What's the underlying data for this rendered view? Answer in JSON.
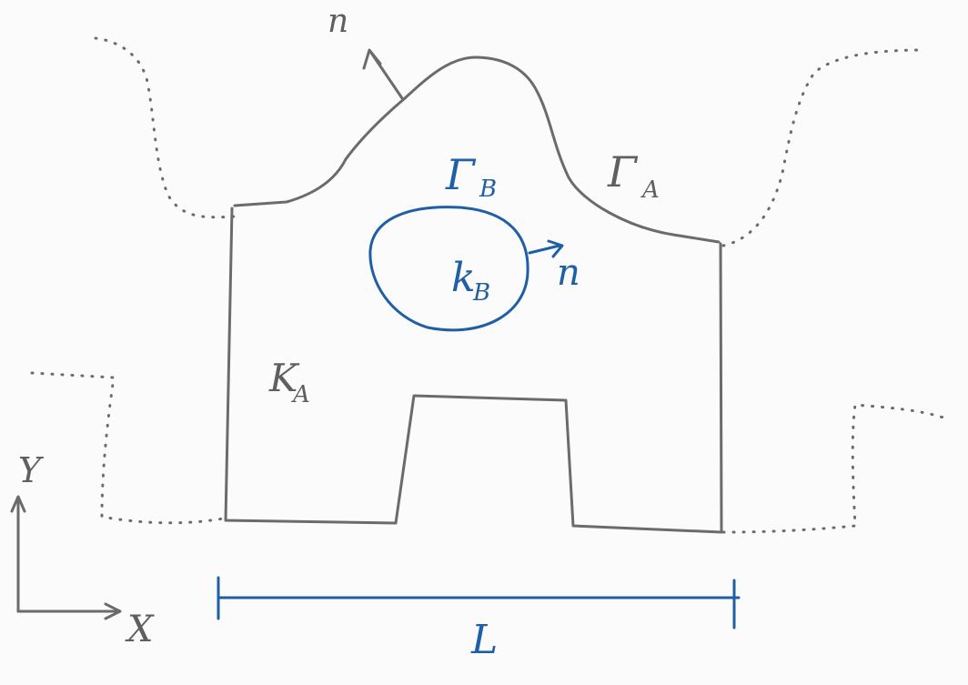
{
  "labels": {
    "normal_a": "n",
    "gamma_b": "Γ",
    "gamma_b_sub": "B",
    "gamma_a": "Γ",
    "gamma_a_sub": "A",
    "k_b": "k",
    "k_b_sub": "B",
    "normal_b": "n",
    "k_a": "K",
    "k_a_sub": "A",
    "axis_y": "Y",
    "axis_x": "X",
    "length": "L"
  },
  "colors": {
    "gray_ink": "#6b6b6b",
    "blue_ink": "#1f5fa6",
    "background": "#fbfbfb"
  }
}
